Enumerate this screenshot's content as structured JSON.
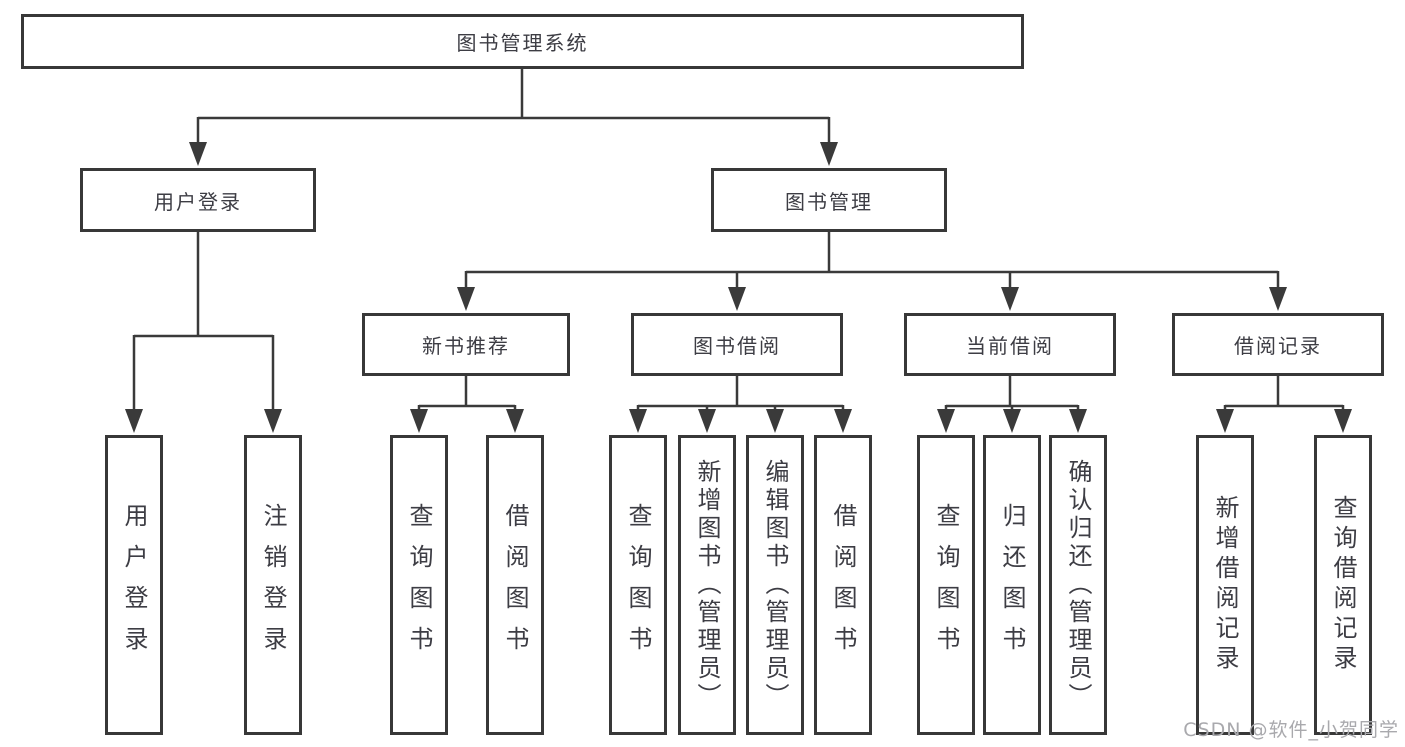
{
  "diagram": {
    "root": {
      "label": "图书管理系统"
    },
    "level2": [
      {
        "id": "user-login",
        "label": "用户登录"
      },
      {
        "id": "book-management",
        "label": "图书管理"
      }
    ],
    "level3": [
      {
        "id": "new-book-recommend",
        "label": "新书推荐",
        "parent": "图书管理"
      },
      {
        "id": "book-borrow",
        "label": "图书借阅",
        "parent": "图书管理"
      },
      {
        "id": "current-borrow",
        "label": "当前借阅",
        "parent": "图书管理"
      },
      {
        "id": "borrow-records",
        "label": "借阅记录",
        "parent": "图书管理"
      }
    ],
    "leaves": [
      {
        "label": "用户登录",
        "parent": "用户登录"
      },
      {
        "label": "注销登录",
        "parent": "用户登录"
      },
      {
        "label": "查询图书",
        "parent": "新书推荐"
      },
      {
        "label": "借阅图书",
        "parent": "新书推荐"
      },
      {
        "label": "查询图书",
        "parent": "图书借阅"
      },
      {
        "label": "新增图书（管理员）",
        "parent": "图书借阅"
      },
      {
        "label": "编辑图书（管理员）",
        "parent": "图书借阅"
      },
      {
        "label": "借阅图书",
        "parent": "图书借阅"
      },
      {
        "label": "查询图书",
        "parent": "当前借阅"
      },
      {
        "label": "归还图书",
        "parent": "当前借阅"
      },
      {
        "label": "确认归还（管理员）",
        "parent": "当前借阅"
      },
      {
        "label": "新增借阅记录",
        "parent": "借阅记录"
      },
      {
        "label": "查询借阅记录",
        "parent": "借阅记录"
      }
    ]
  },
  "watermark": {
    "text": "CSDN @软件_小贺同学"
  },
  "colors": {
    "line": "#3a3a3a",
    "border": "#383838",
    "text": "#3d3d44",
    "background": "#ffffff",
    "watermark": "#a9a9ad"
  }
}
